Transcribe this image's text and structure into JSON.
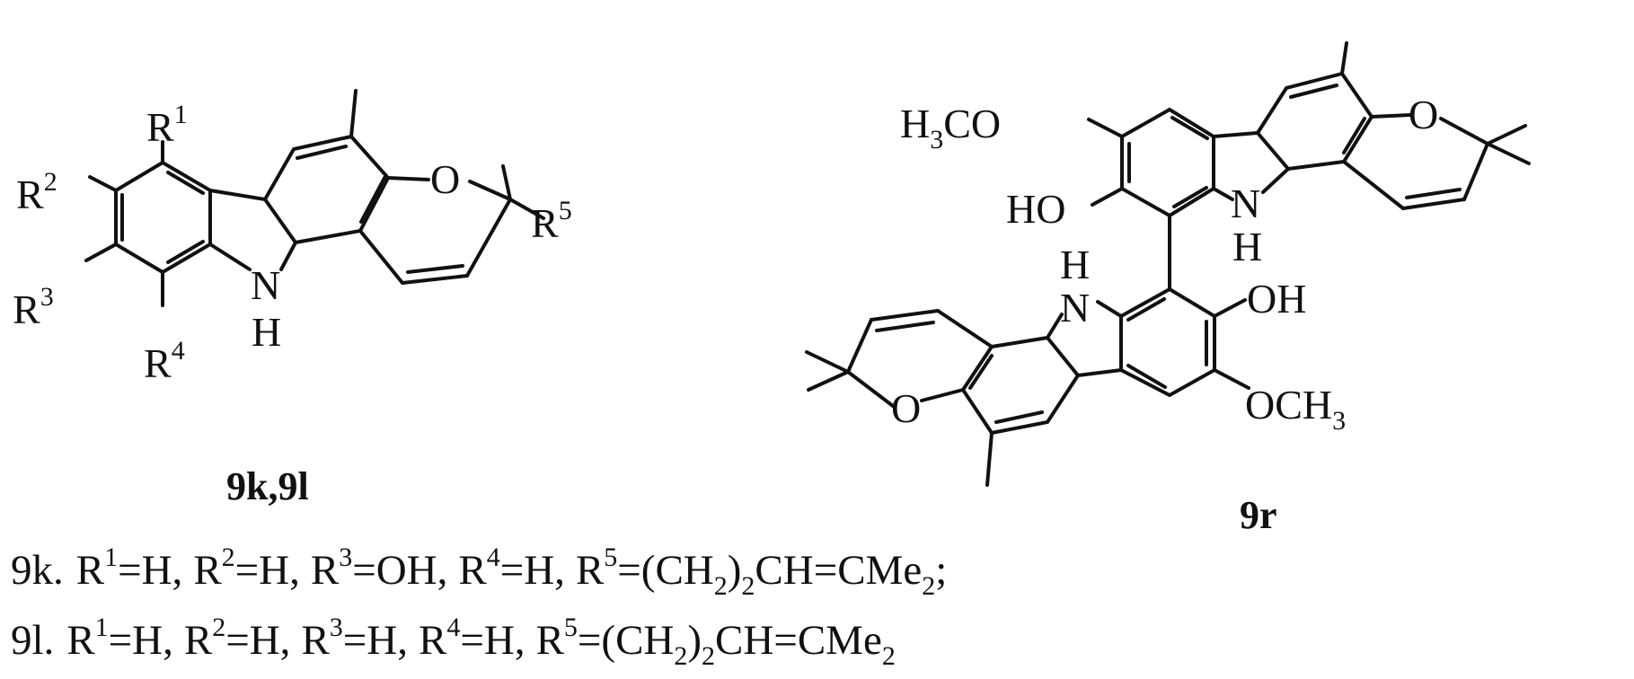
{
  "structure_left": {
    "labels": {
      "r1_base": "R",
      "r1_sup": "1",
      "r2_base": "R",
      "r2_sup": "2",
      "r3_base": "R",
      "r3_sup": "3",
      "r4_base": "R",
      "r4_sup": "4",
      "r5_base": "R",
      "r5_sup": "5",
      "oxygen": "O",
      "nitrogen": "N",
      "nh_hydrogen": "H"
    },
    "caption": "9k,9l"
  },
  "structure_right": {
    "labels": {
      "h3co_a": "H",
      "h3co_sub": "3",
      "h3co_b": "CO",
      "ho": "HO",
      "oxygen_top": "O",
      "nitrogen_top": "N",
      "h_top": "H",
      "h_bottom": "H",
      "nitrogen_bottom": "N",
      "oh": "OH",
      "oxygen_bottom": "O",
      "och3_a": "OCH",
      "och3_sub": "3"
    },
    "caption": "9r"
  },
  "legend": {
    "line1": {
      "id": "9k.",
      "r1": "R",
      "r1_sup": "1",
      "r1_val": "=H,",
      "r2": "R",
      "r2_sup": "2",
      "r2_val": "=H,",
      "r3": "R",
      "r3_sup": "3",
      "r3_val": "=OH,",
      "r4": "R",
      "r4_sup": "4",
      "r4_val": "=H,",
      "r5": "R",
      "r5_sup": "5",
      "r5_val_a": "=(CH",
      "r5_sub_a": "2",
      "r5_val_b": ")",
      "r5_sub_b": "2",
      "r5_val_c": "CH=CMe",
      "r5_sub_c": "2",
      "r5_val_d": ";"
    },
    "line2": {
      "id": "9l.",
      "r1": "R",
      "r1_sup": "1",
      "r1_val": "=H,",
      "r2": "R",
      "r2_sup": "2",
      "r2_val": "=H,",
      "r3": "R",
      "r3_sup": "3",
      "r3_val": "=H,",
      "r4": "R",
      "r4_sup": "4",
      "r4_val": "=H,",
      "r5": "R",
      "r5_sup": "5",
      "r5_val_a": "=(CH",
      "r5_sub_a": "2",
      "r5_val_b": ")",
      "r5_sub_b": "2",
      "r5_val_c": "CH=CMe",
      "r5_sub_c": "2"
    }
  }
}
